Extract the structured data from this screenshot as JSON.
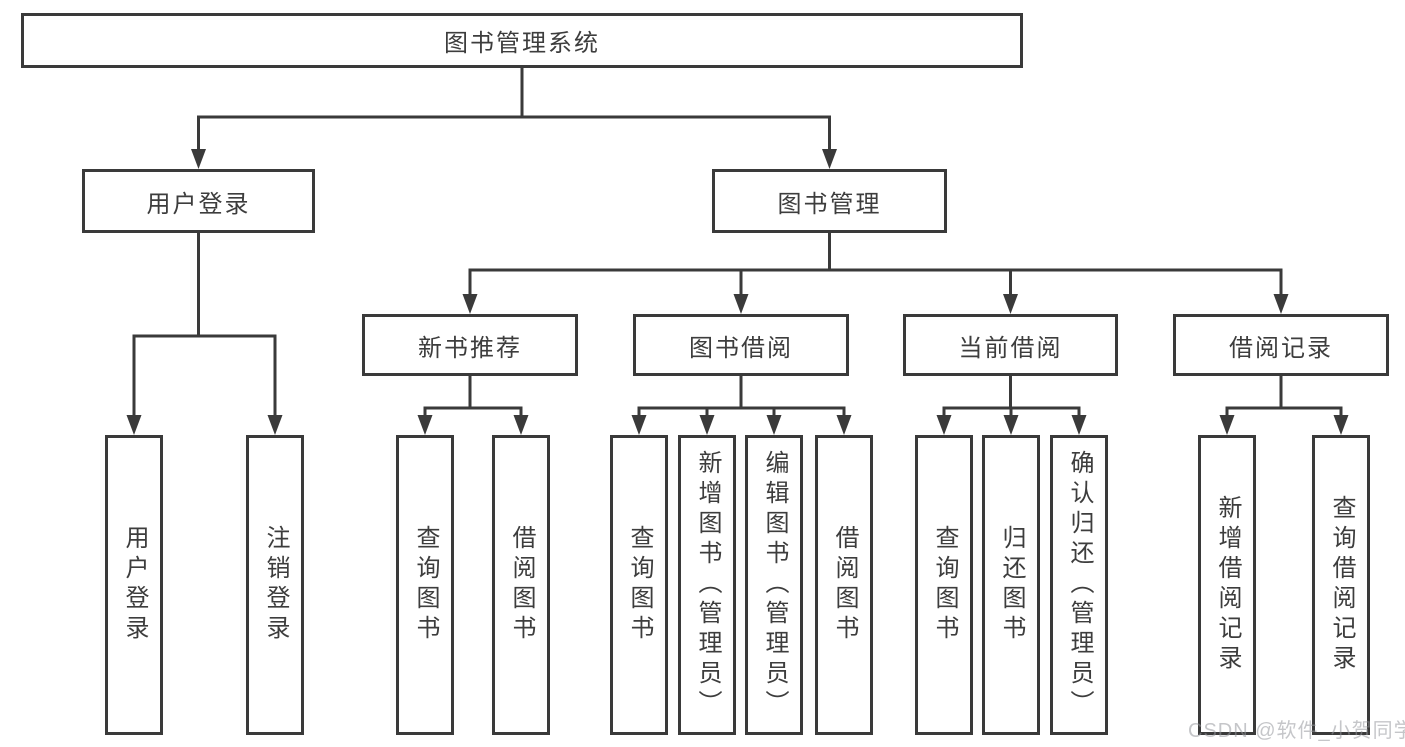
{
  "title": "图书管理系统",
  "level2": {
    "user_login": "用户登录",
    "book_management": "图书管理"
  },
  "level3": [
    "新书推荐",
    "图书借阅",
    "当前借阅",
    "借阅记录"
  ],
  "leaves": {
    "user_login": [
      "用户登录",
      "注销登录"
    ],
    "new_book": [
      "查询图书",
      "借阅图书"
    ],
    "book_borrow": [
      "查询图书",
      "新增图书（管理员）",
      "编辑图书（管理员）",
      "借阅图书"
    ],
    "current_borrow": [
      "查询图书",
      "归还图书",
      "确认归还（管理员）"
    ],
    "borrow_record": [
      "新增借阅记录",
      "查询借阅记录"
    ]
  },
  "watermark": "CSDN @软件_小贺同学",
  "colors": {
    "line": "#3a3a3a",
    "text": "#3d3d3d",
    "box_background": "#ffffff",
    "watermark": "#b9babc"
  }
}
